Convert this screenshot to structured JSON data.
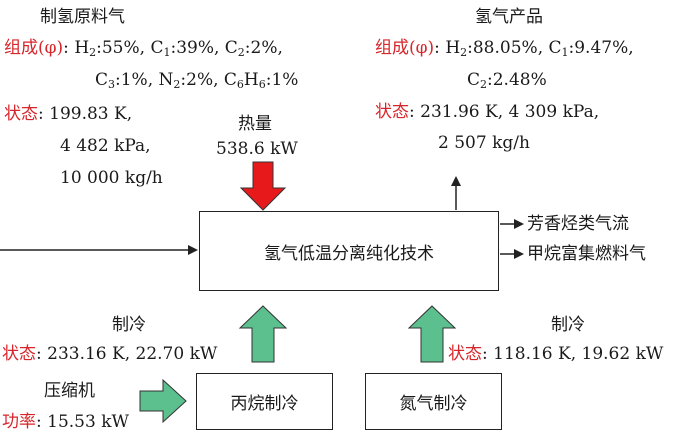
{
  "feed": {
    "title": "制氢原料气",
    "composition_label": "组成(φ)",
    "composition_line1": ":55%, C",
    "h2_sym": "H",
    "h2_sub": "2",
    "c1_sub": "1",
    "c1_val": ":39%, C",
    "c2_sub": "2",
    "c2_val": ":2%,",
    "c3_sym": "C",
    "c3_sub": "3",
    "c3_val": ":1%,  N",
    "n2_sub": "2",
    "n2_val": ":2%, C",
    "c6_sub": "6",
    "h6_sym": "H",
    "h6_sub": "6",
    "c6_val": ":1%",
    "state_label": "状态",
    "state_line1": ": 199.83 K,",
    "state_line2": "4 482 kPa,",
    "state_line3": "10 000 kg/h"
  },
  "product": {
    "title": "氢气产品",
    "composition_label": "组成(φ)",
    "h2_sym": "H",
    "h2_sub": "2",
    "h2_val": ":88.05%, C",
    "c1_sub": "1",
    "c1_val": ":9.47%,",
    "c2_sym": "C",
    "c2_sub": "2",
    "c2_val": ":2.48%",
    "state_label": "状态",
    "state_line1": ":  231.96 K, 4 309 kPa,",
    "state_line2": "2 507 kg/h"
  },
  "heat": {
    "label": "热量",
    "value": "538.6 kW"
  },
  "process": {
    "label": "氢气低温分离纯化技术"
  },
  "outputs": {
    "aromatic": "芳香烃类气流",
    "methane": "甲烷富集燃料气"
  },
  "refrig_left": {
    "title": "制冷",
    "state_label": "状态",
    "state_value": ": 233.16 K, 22.70 kW"
  },
  "refrig_right": {
    "title": "制冷",
    "state_label": "状态",
    "state_value": ": 118.16 K, 19.62 kW"
  },
  "compressor": {
    "title": "压缩机",
    "power_label": "功率",
    "power_value": ": 15.53 kW"
  },
  "propane": {
    "label": "丙烷制冷"
  },
  "nitrogen": {
    "label": "氮气制冷"
  },
  "colors": {
    "label_red": "#d7262b",
    "heat_arrow": "#e8191b",
    "cool_arrow": "#5bbf8e",
    "line": "#222222"
  }
}
